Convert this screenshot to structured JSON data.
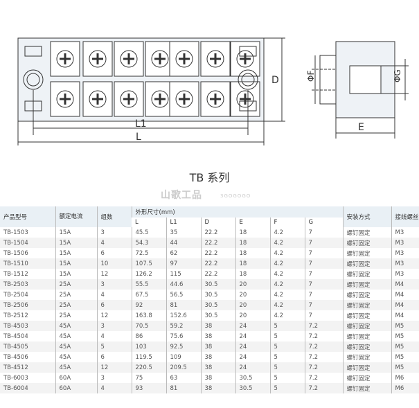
{
  "drawing": {
    "labels": {
      "L1": "L1",
      "L": "L",
      "D": "D",
      "F": "ΦF",
      "G": "ΦG",
      "E": "E"
    }
  },
  "title": "TB 系列",
  "watermark": {
    "brand": "山歌工品",
    "sub": "3GOGOGO"
  },
  "table": {
    "headers": {
      "model": "产品型号",
      "current": "额定电流",
      "groups": "组数",
      "dims": "外形尺寸(mm)",
      "mount": "安装方式",
      "screw": "接线螺丝"
    },
    "dim_headers": [
      "L",
      "L1",
      "D",
      "E",
      "F",
      "G"
    ],
    "rows": [
      [
        "TB-1503",
        "15A",
        "3",
        "45.5",
        "35",
        "22.2",
        "18",
        "4.2",
        "7",
        "螺钉固定",
        "M3"
      ],
      [
        "TB-1504",
        "15A",
        "4",
        "54.3",
        "44",
        "22.2",
        "18",
        "4.2",
        "7",
        "螺钉固定",
        "M3"
      ],
      [
        "TB-1506",
        "15A",
        "6",
        "72.5",
        "62",
        "22.2",
        "18",
        "4.2",
        "7",
        "螺钉固定",
        "M3"
      ],
      [
        "TB-1510",
        "15A",
        "10",
        "107.5",
        "97",
        "22.2",
        "18",
        "4.2",
        "7",
        "螺钉固定",
        "M3"
      ],
      [
        "TB-1512",
        "15A",
        "12",
        "126.2",
        "115",
        "22.2",
        "18",
        "4.2",
        "7",
        "螺钉固定",
        "M3"
      ],
      [
        "TB-2503",
        "25A",
        "3",
        "55.5",
        "44.6",
        "30.5",
        "20",
        "4.2",
        "7",
        "螺钉固定",
        "M4"
      ],
      [
        "TB-2504",
        "25A",
        "4",
        "67.5",
        "56.5",
        "30.5",
        "20",
        "4.2",
        "7",
        "螺钉固定",
        "M4"
      ],
      [
        "TB-2506",
        "25A",
        "6",
        "92",
        "81",
        "30.5",
        "20",
        "4.2",
        "7",
        "螺钉固定",
        "M4"
      ],
      [
        "TB-2512",
        "25A",
        "12",
        "163.8",
        "152.6",
        "30.5",
        "20",
        "4.2",
        "7",
        "螺钉固定",
        "M4"
      ],
      [
        "TB-4503",
        "45A",
        "3",
        "70.5",
        "59.2",
        "38",
        "24",
        "5",
        "7.2",
        "螺钉固定",
        "M5"
      ],
      [
        "TB-4504",
        "45A",
        "4",
        "86",
        "75.6",
        "38",
        "24",
        "5",
        "7.2",
        "螺钉固定",
        "M5"
      ],
      [
        "TB-4505",
        "45A",
        "5",
        "103",
        "92.5",
        "38",
        "24",
        "5",
        "7.2",
        "螺钉固定",
        "M5"
      ],
      [
        "TB-4506",
        "45A",
        "6",
        "119.5",
        "109",
        "38",
        "24",
        "5",
        "7.2",
        "螺钉固定",
        "M5"
      ],
      [
        "TB-4512",
        "45A",
        "12",
        "220.5",
        "209.5",
        "38",
        "24",
        "5",
        "7.2",
        "螺钉固定",
        "M5"
      ],
      [
        "TB-6003",
        "60A",
        "3",
        "75",
        "63",
        "38",
        "30.5",
        "5",
        "7.2",
        "螺钉固定",
        "M6"
      ],
      [
        "TB-6004",
        "60A",
        "4",
        "93",
        "81",
        "38",
        "30.5",
        "5",
        "7.2",
        "螺钉固定",
        "M6"
      ]
    ]
  }
}
